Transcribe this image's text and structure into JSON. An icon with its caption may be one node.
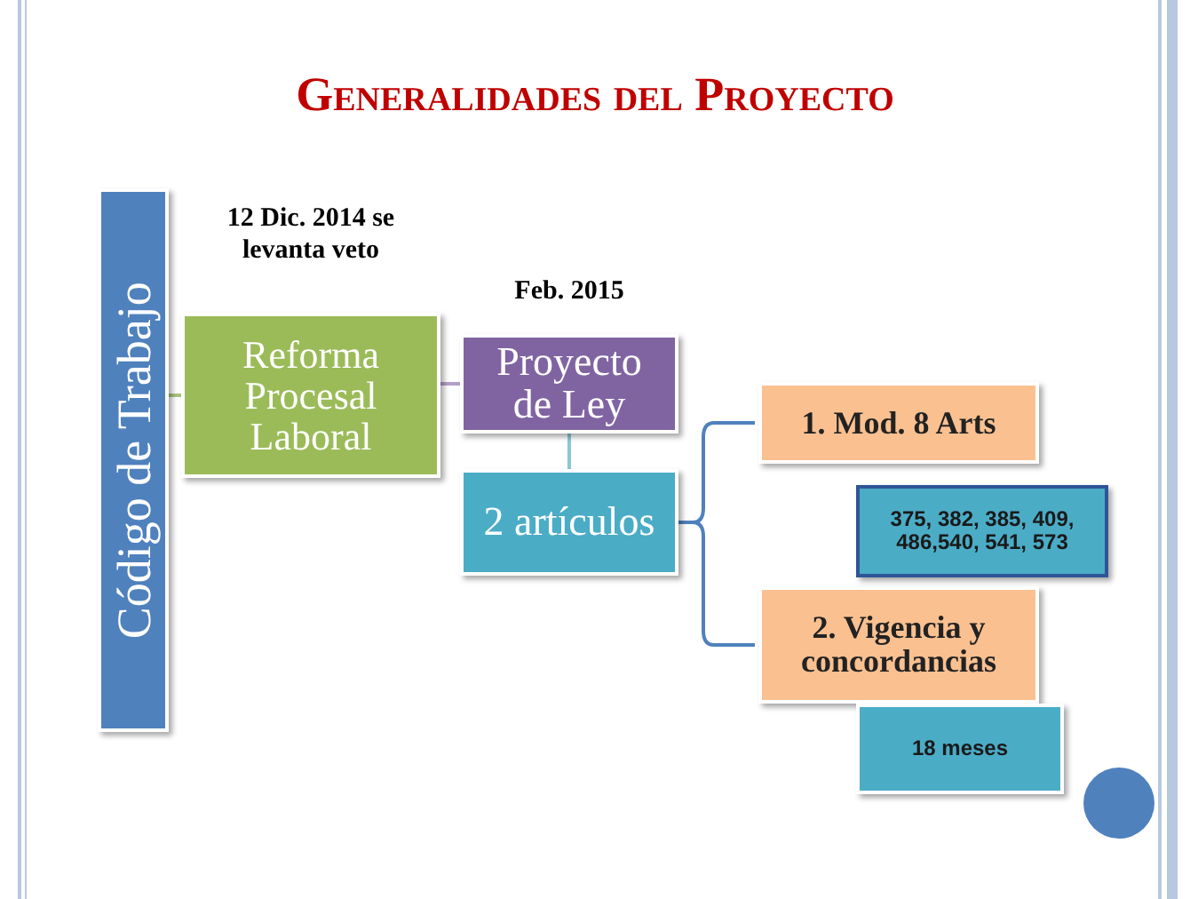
{
  "diagram": {
    "title": "Generalidades del Proyecto",
    "nodes": [
      {
        "text": [
          "Código de Trabajo"
        ]
      },
      {
        "text": [
          "Reforma Procesal Laboral"
        ],
        "beside": [
          "12 Dic. 2014 se levanta veto"
        ]
      },
      {
        "text": [
          "Proyecto de Ley"
        ],
        "beside": [
          "Feb. 2015"
        ]
      },
      {
        "text": [
          "2 artículos"
        ]
      },
      {
        "text": [
          "1. Mod.  8 Arts"
        ]
      },
      {
        "text": [
          "375, 382, 385, 409, 486,540, 541, 573"
        ]
      },
      {
        "text": [
          "2. Vigencia  y concordancias"
        ]
      },
      {
        "text": [
          "18 meses"
        ]
      }
    ],
    "edges": [
      {
        "from": 0,
        "to": 1,
        "arrow": "none",
        "color": "#a9c47f"
      },
      {
        "from": 1,
        "to": 2,
        "arrow": "none",
        "color": "#b4a0c8"
      },
      {
        "from": 2,
        "to": 3,
        "arrow": "none",
        "color": "#8cc6d8"
      },
      {
        "from": 3,
        "to": 4,
        "arrow": "none",
        "color": "#4f81bd"
      },
      {
        "from": 3,
        "to": 6,
        "arrow": "none",
        "color": "#4f81bd"
      }
    ]
  }
}
